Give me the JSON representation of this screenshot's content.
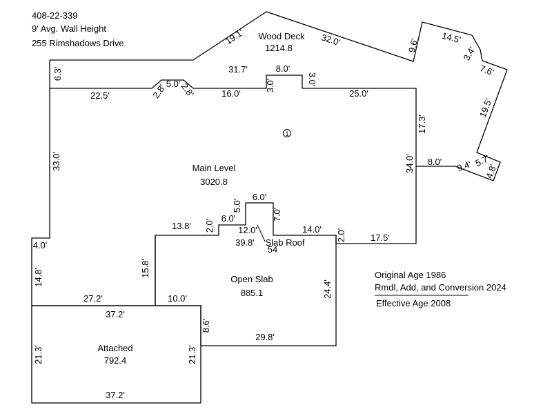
{
  "header": {
    "parcel_id": "408-22-339",
    "wall_height": "9' Avg. Wall Height",
    "address": "255 Rimshadows Drive"
  },
  "areas": {
    "wood_deck": {
      "label": "Wood Deck",
      "value": "1214.8"
    },
    "main_level": {
      "label": "Main Level",
      "value": "3020.8"
    },
    "open_slab": {
      "label": "Open Slab",
      "value": "885.1"
    },
    "attached": {
      "label": "Attached",
      "value": "792.4"
    },
    "slab_roof": {
      "label": "Slab Roof",
      "value": "54"
    }
  },
  "marker": "1",
  "dimensions": {
    "d_19_1": "19.1'",
    "d_32_0": "32.0'",
    "d_9_6": "9.6'",
    "d_14_5": "14.5'",
    "d_3_4": "3.4'",
    "d_7_6": "7.6'",
    "d_19_5": "19.5'",
    "d_5_7": "5.7'",
    "d_4_8": "4.8'",
    "d_9_4": "9.4'",
    "d_8_0_deck": "8.0'",
    "d_6_3": "6.3'",
    "d_31_7": "31.7'",
    "d_8_0_top": "8.0'",
    "d_3_0_left": "3.0'",
    "d_3_0_right": "3.0'",
    "d_22_5": "22.5'",
    "d_2_8_left": "2.8'",
    "d_5_0_top": "5.0'",
    "d_2_8_right": "2.8'",
    "d_16_0": "16.0'",
    "d_25_0": "25.0'",
    "d_17_3": "17.3'",
    "d_34_0": "34.0'",
    "d_33_0": "33.0'",
    "d_6_0_top": "6.0'",
    "d_5_0_mid": "5.0'",
    "d_6_0_mid": "6.0'",
    "d_7_0": "7.0'",
    "d_2_0_left": "2.0'",
    "d_12_0": "12.0'",
    "d_13_8": "13.8'",
    "d_14_0": "14.0'",
    "d_2_0_right": "2.0'",
    "d_39_8": "39.8'",
    "d_17_5": "17.5'",
    "d_4_0": "4.0'",
    "d_14_8": "14.8'",
    "d_15_8": "15.8'",
    "d_24_4": "24.4'",
    "d_27_2": "27.2'",
    "d_10_0": "10.0'",
    "d_37_2_top": "37.2'",
    "d_8_6": "8.6'",
    "d_21_3_left": "21.3'",
    "d_21_3_right": "21.3'",
    "d_29_8": "29.8'",
    "d_37_2_bottom": "37.2'"
  },
  "age_notes": {
    "original": "Original Age 1986",
    "remodel": "Rmdl, Add, and Conversion 2024",
    "effective": "Effective Age 2008"
  }
}
